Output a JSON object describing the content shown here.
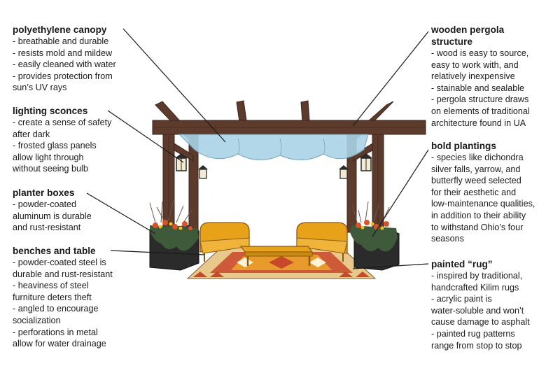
{
  "colors": {
    "wood": "#5c3a2c",
    "wood_dark": "#3d261c",
    "canopy": "#a9d3e6",
    "bench": "#e8a21a",
    "planter": "#2b2b2b",
    "foliage": "#3e5a3a",
    "flower": "#d9532a",
    "rug_base": "#e9c98b",
    "rug_red": "#c8482c",
    "rug_orange": "#e89a2a"
  },
  "callouts": {
    "canopy": {
      "title": "polyethylene canopy",
      "bullets": [
        "- breathable and durable",
        "- resists mold and mildew",
        "- easily cleaned with water",
        "- provides protection from",
        "sun’s UV rays"
      ]
    },
    "sconces": {
      "title": "lighting sconces",
      "bullets": [
        "- create a sense of safety",
        "after dark",
        "- frosted glass panels",
        "allow light through",
        "without seeing bulb"
      ]
    },
    "planters": {
      "title": "planter boxes",
      "bullets": [
        "- powder-coated",
        "aluminum is durable",
        "and rust-resistant"
      ]
    },
    "benches": {
      "title": "benches and table",
      "bullets": [
        "- powder-coated steel is",
        "durable and rust-resistant",
        "- heaviness of steel",
        "furniture deters theft",
        "- angled to encourage",
        "socialization",
        "- perforations in metal",
        "allow for water drainage"
      ]
    },
    "pergola": {
      "title_lines": [
        "wooden pergola",
        "structure"
      ],
      "bullets": [
        "- wood is easy to source,",
        "easy to work with, and",
        "relatively inexpensive",
        "- stainable and sealable",
        "- pergola structure draws",
        "on elements of traditional",
        "architecture found in UA"
      ]
    },
    "plantings": {
      "title": "bold plantings",
      "bullets": [
        "- species like dichondra",
        "silver falls, yarrow, and",
        "butterfly weed selected",
        "for their aesthetic and",
        "low-maintenance qualities,",
        "in addition to their ability",
        "to withstand Ohio’s four",
        "seasons"
      ]
    },
    "rug": {
      "title": "painted “rug”",
      "bullets": [
        "- inspired by traditional,",
        "handcrafted Kilim rugs",
        "- acrylic paint is",
        "water-soluble and won’t",
        "cause damage to asphalt",
        "- painted rug patterns",
        "range from stop to stop"
      ]
    }
  }
}
